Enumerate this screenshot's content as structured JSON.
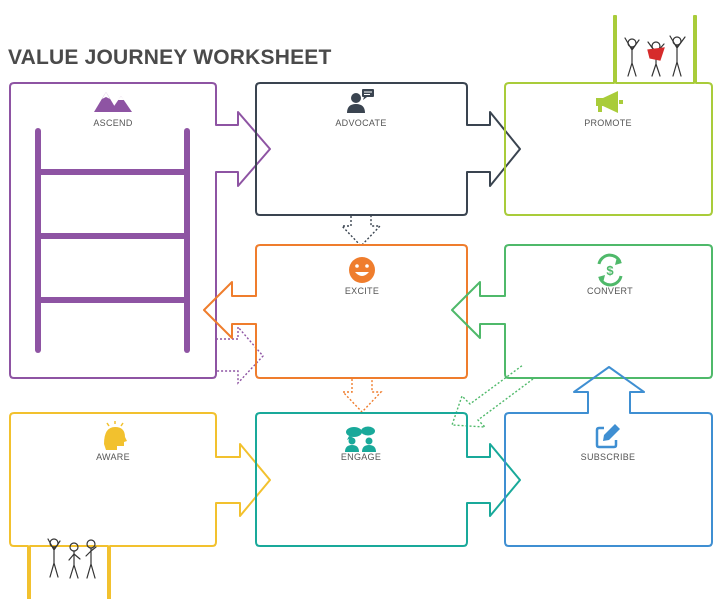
{
  "title": "VALUE JOURNEY WORKSHEET",
  "stages": {
    "ascend": {
      "label": "ASCEND",
      "color": "#8e54a3",
      "icon": "mountains-icon"
    },
    "advocate": {
      "label": "ADVOCATE",
      "color": "#3a4450",
      "icon": "person-speech-icon"
    },
    "promote": {
      "label": "PROMOTE",
      "color": "#a9cc3a",
      "icon": "megaphone-icon"
    },
    "excite": {
      "label": "EXCITE",
      "color": "#ef7d2d",
      "icon": "smiley-icon"
    },
    "convert": {
      "label": "CONVERT",
      "color": "#4fb96a",
      "icon": "dollar-cycle-icon"
    },
    "aware": {
      "label": "AWARE",
      "color": "#f2c12e",
      "icon": "head-lightbulb-icon"
    },
    "engage": {
      "label": "ENGAGE",
      "color": "#19a99a",
      "icon": "people-chat-icon"
    },
    "subscribe": {
      "label": "SUBSCRIBE",
      "color": "#3f8fd2",
      "icon": "edit-square-icon"
    }
  }
}
